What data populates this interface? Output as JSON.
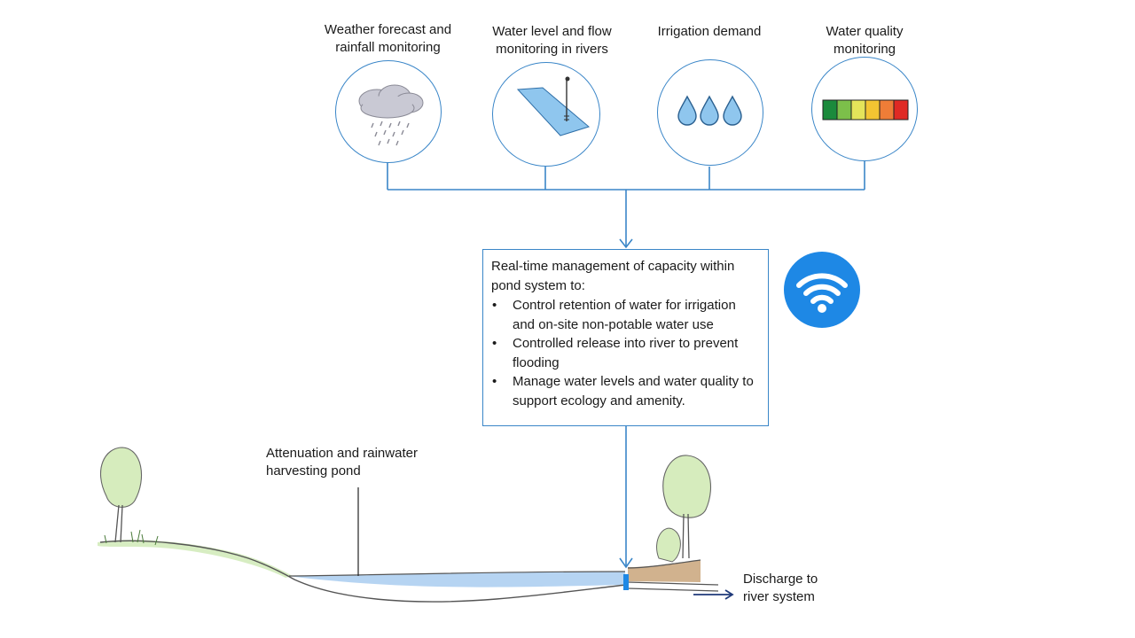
{
  "inputs": [
    {
      "label": "Weather forecast and\nrainfall monitoring",
      "icon": "rain-cloud-icon"
    },
    {
      "label": "Water level and flow\nmonitoring in rivers",
      "icon": "river-gauge-icon"
    },
    {
      "label": "Irrigation demand",
      "icon": "water-drops-icon"
    },
    {
      "label": "Water quality\nmonitoring",
      "icon": "quality-scale-icon"
    }
  ],
  "management": {
    "intro": "Real-time management of capacity within\npond system to:",
    "bullets": [
      "Control retention of water for irrigation\nand on-site non-potable water use",
      "Controlled release into river to prevent\nflooding",
      "Manage water levels and water quality to\nsupport ecology and amenity."
    ]
  },
  "wifi_icon": "wifi-icon",
  "pond_label": "Attenuation and rainwater\nharvesting pond",
  "discharge_label": "Discharge to\nriver system",
  "colors": {
    "accent": "#3a86c8",
    "wifi_bg": "#1e88e5",
    "quality_scale": [
      "#1b8a3c",
      "#7cbf4a",
      "#e4e45a",
      "#f3c432",
      "#ef7d37",
      "#e02a24"
    ]
  }
}
